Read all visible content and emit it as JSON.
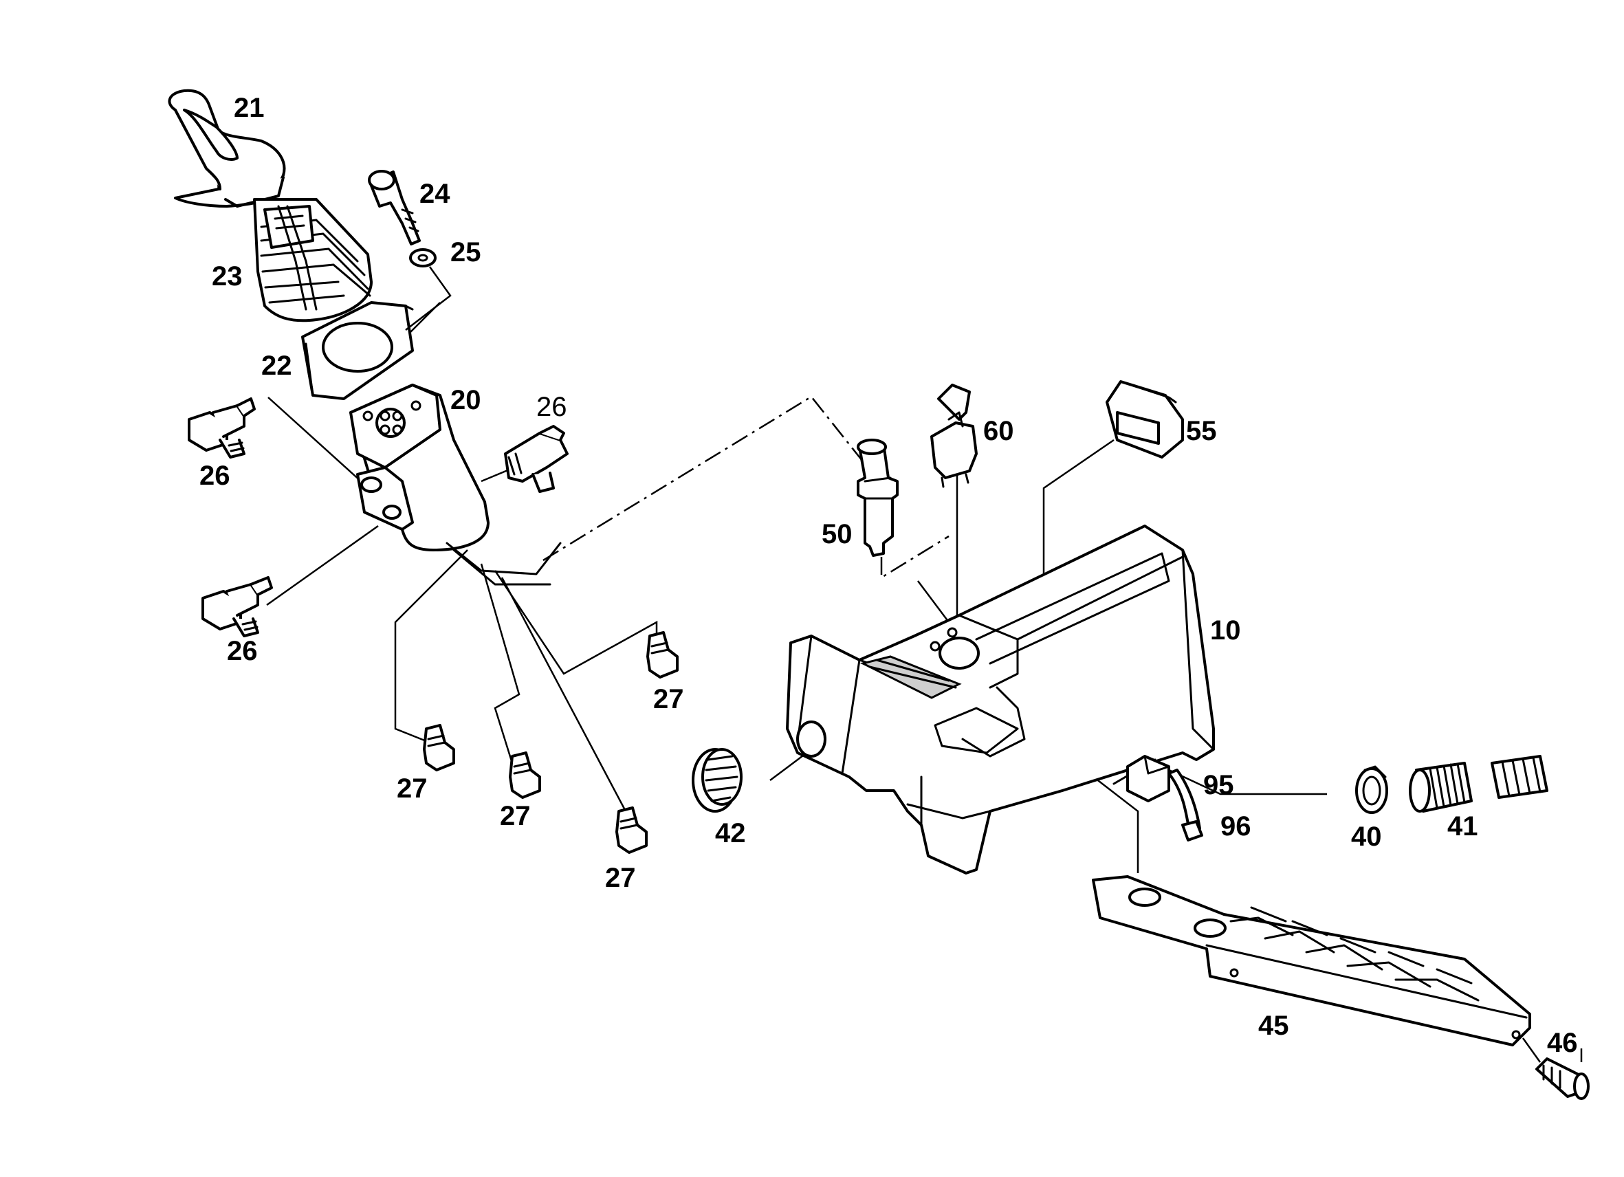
{
  "callouts": {
    "c10": "10",
    "c20": "20",
    "c21": "21",
    "c22": "22",
    "c23": "23",
    "c24": "24",
    "c25": "25",
    "c26a": "26",
    "c26b": "26",
    "c26c": "26",
    "c27a": "27",
    "c27b": "27",
    "c27c": "27",
    "c27d": "27",
    "c40": "40",
    "c41": "41",
    "c42": "42",
    "c45": "45",
    "c46": "46",
    "c50": "50",
    "c55": "55",
    "c60": "60",
    "c95": "95",
    "c96": "96"
  }
}
